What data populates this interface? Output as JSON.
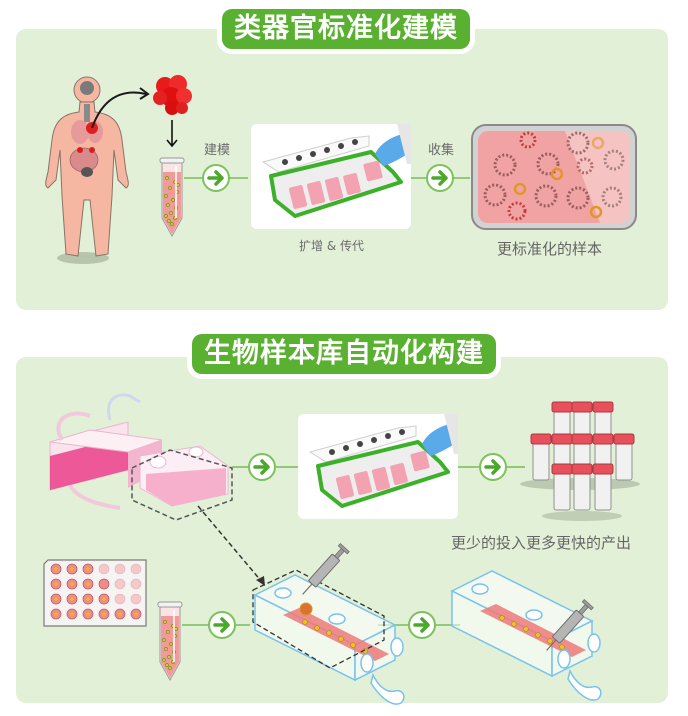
{
  "section1": {
    "title": "类器官标准化建模",
    "steps": [
      {
        "label": "建模"
      },
      {
        "label": "收集"
      }
    ],
    "caption_instrument": "扩增 & 传代",
    "caption_result": "更标准化的样本"
  },
  "section2": {
    "title": "生物样本库自动化构建",
    "caption_output": "更少的投入更多更快的产出"
  },
  "colors": {
    "accent_green": "#5ab031",
    "panel_bg": "#e3f0d8",
    "arrow_green": "#4aa82a",
    "tube_cap": "#e8505b",
    "media_pink": "#f08a8a"
  },
  "icons": {
    "step_arrow": "circled-right-arrow-icon",
    "human_body": "human-body-icon",
    "tissue": "tissue-sample-icon",
    "tube": "centrifuge-tube-icon",
    "instrument": "culture-instrument-icon",
    "dish": "organoid-dish-icon",
    "flask": "culture-flask-icon",
    "vials": "cryo-vial-rack-icon",
    "well_plate": "well-plate-icon",
    "chip": "organoid-chip-icon",
    "syringe": "syringe-icon"
  }
}
